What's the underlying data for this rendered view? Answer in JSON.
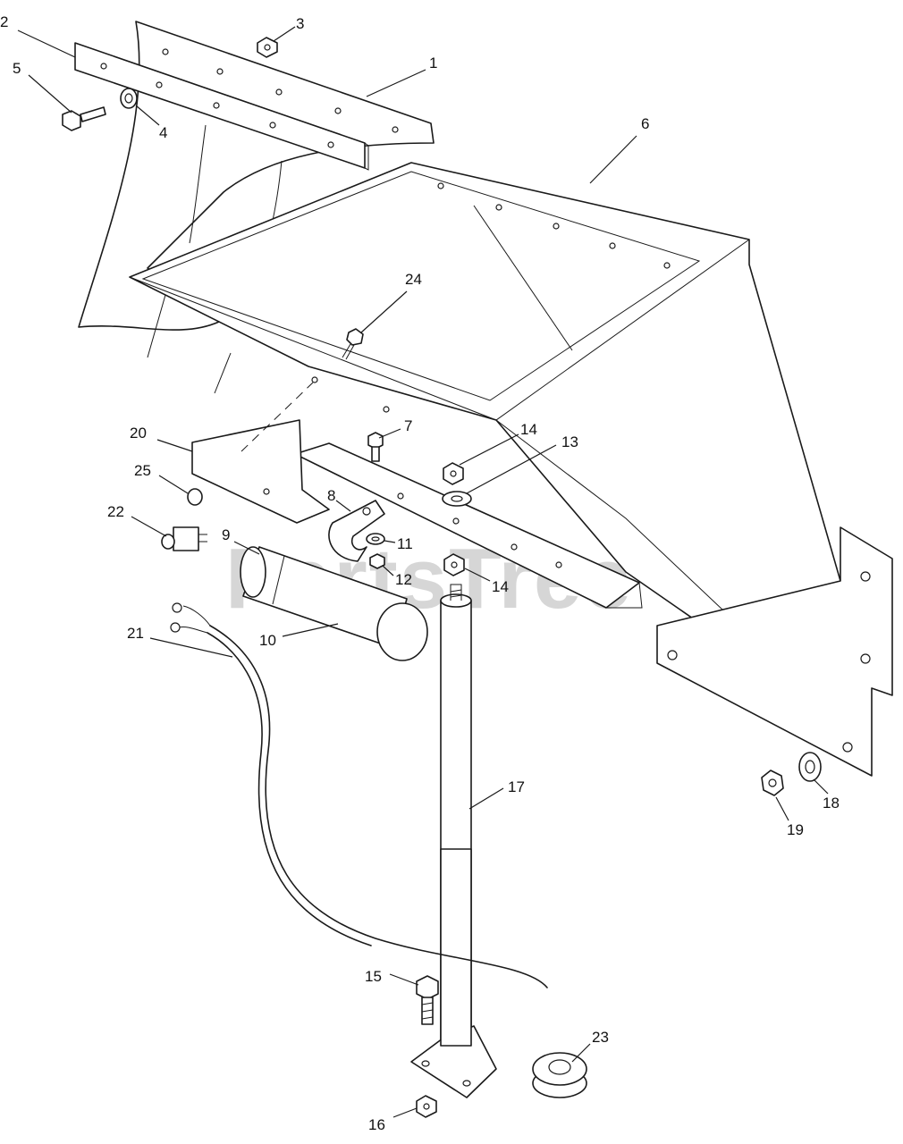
{
  "watermark": {
    "text": "PartsTree",
    "tm": "TM"
  },
  "callouts": [
    "1",
    "2",
    "3",
    "4",
    "5",
    "6",
    "7",
    "8",
    "9",
    "10",
    "11",
    "12",
    "13",
    "14",
    "14",
    "15",
    "16",
    "17",
    "18",
    "19",
    "20",
    "21",
    "22",
    "23",
    "24",
    "25"
  ]
}
